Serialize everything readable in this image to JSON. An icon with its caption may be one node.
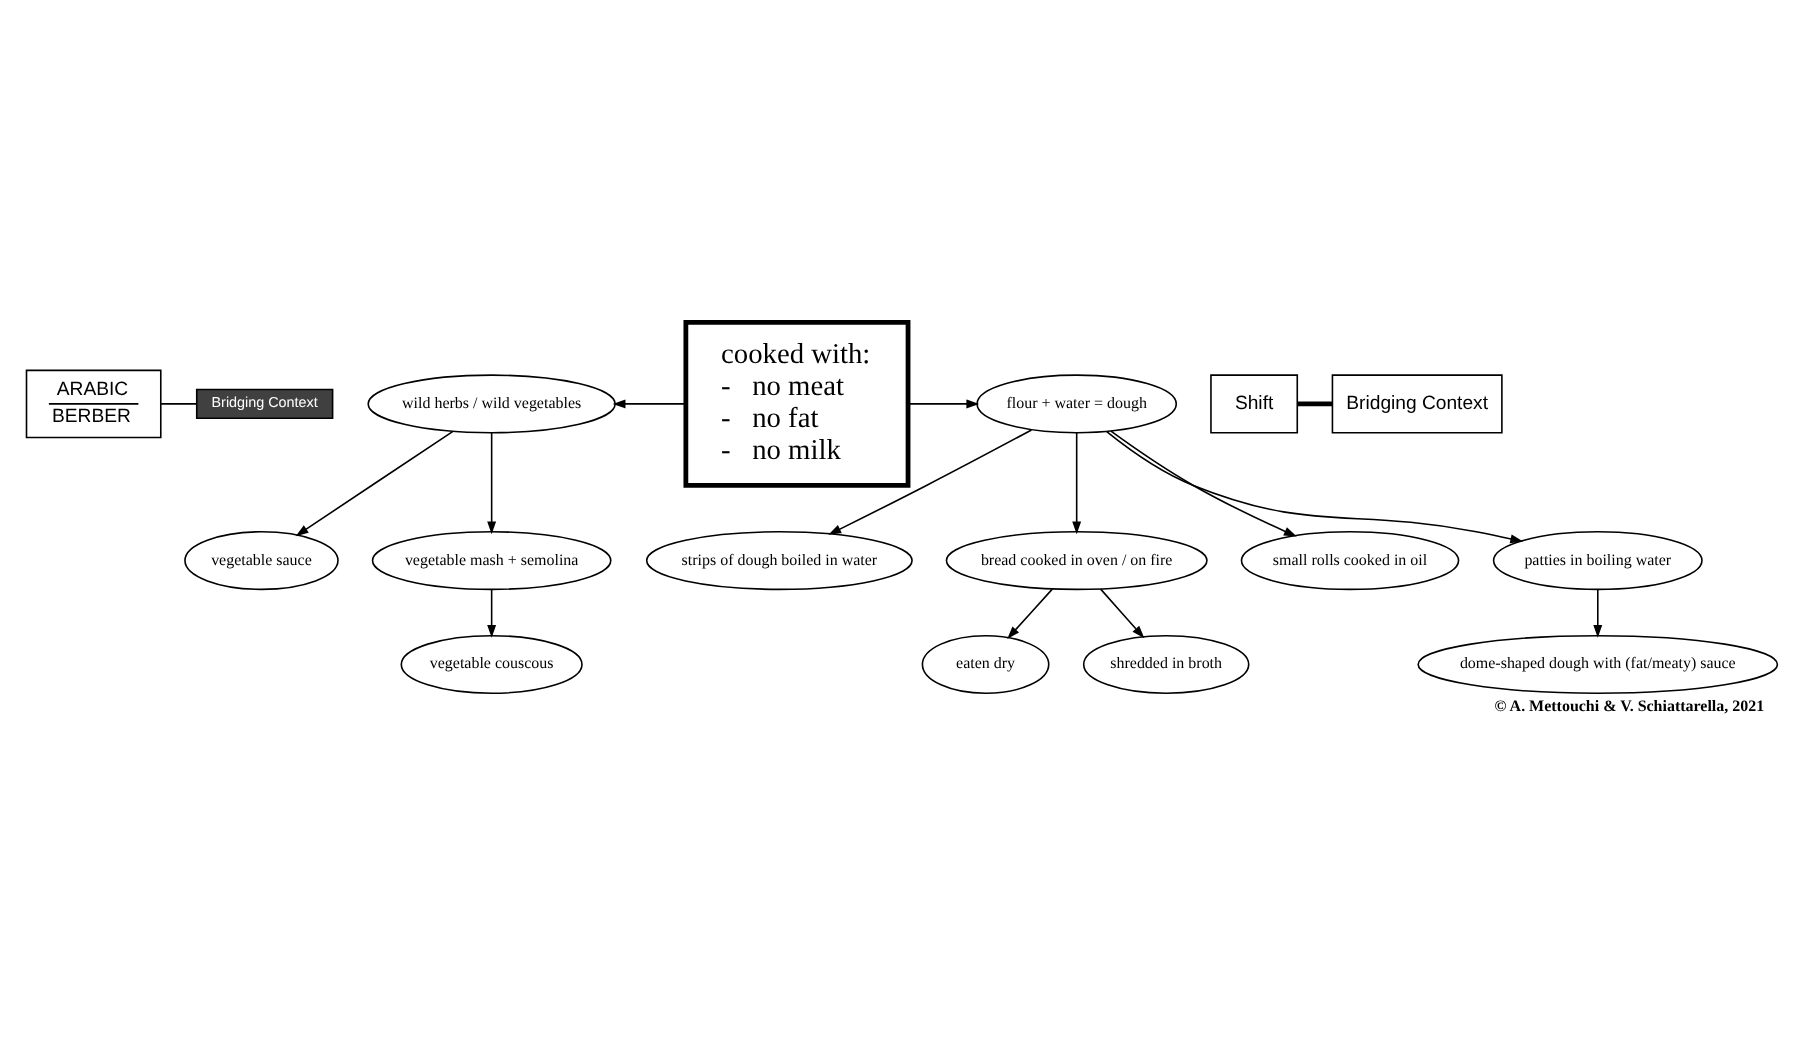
{
  "diagram": {
    "caption": "© A. Mettouchi & V. Schiattarella, 2021",
    "nodes": [
      {
        "text": [
          "ARABIC",
          "BERBER"
        ]
      },
      {
        "text": [
          "Bridging Context"
        ]
      },
      {
        "text": [
          "dome-shaped dough with (fat/meaty) sauce"
        ]
      },
      {
        "text": [
          "vegetable sauce"
        ]
      },
      {
        "text": [
          "wild herbs / wild vegetables"
        ]
      },
      {
        "text": [
          "cooked with:",
          "-   no meat",
          "-   no fat",
          "-   no milk"
        ]
      },
      {
        "text": [
          "small rolls cooked in oil"
        ]
      },
      {
        "text": [
          "patties in boiling water"
        ]
      },
      {
        "text": [
          "strips of dough boiled in water"
        ]
      },
      {
        "text": [
          "flour + water = dough"
        ]
      },
      {
        "text": [
          "vegetable mash + semolina"
        ]
      },
      {
        "text": [
          "bread cooked in oven / on fire"
        ]
      },
      {
        "text": [
          "Shift"
        ]
      },
      {
        "text": [
          "Bridging Context"
        ]
      },
      {
        "text": [
          "vegetable couscous"
        ]
      },
      {
        "text": [
          "shredded in broth"
        ]
      },
      {
        "text": [
          "eaten dry"
        ]
      }
    ],
    "edges": [
      {
        "from": 0,
        "to": 1,
        "arrow": "none"
      },
      {
        "from": 5,
        "to": 4,
        "arrow": "to"
      },
      {
        "from": 5,
        "to": 9,
        "arrow": "to"
      },
      {
        "from": 4,
        "to": 3,
        "arrow": "to"
      },
      {
        "from": 4,
        "to": 10,
        "arrow": "to"
      },
      {
        "from": 10,
        "to": 14,
        "arrow": "to"
      },
      {
        "from": 12,
        "to": 13,
        "arrow": "none",
        "style": "thick"
      },
      {
        "from": 9,
        "to": 6,
        "arrow": "to"
      },
      {
        "from": 9,
        "to": 7,
        "arrow": "to"
      },
      {
        "from": 9,
        "to": 8,
        "arrow": "to"
      },
      {
        "from": 7,
        "to": 2,
        "arrow": "to"
      },
      {
        "from": 9,
        "to": 11,
        "arrow": "to"
      },
      {
        "from": 11,
        "to": 15,
        "arrow": "to"
      },
      {
        "from": 11,
        "to": 16,
        "arrow": "to"
      }
    ]
  }
}
